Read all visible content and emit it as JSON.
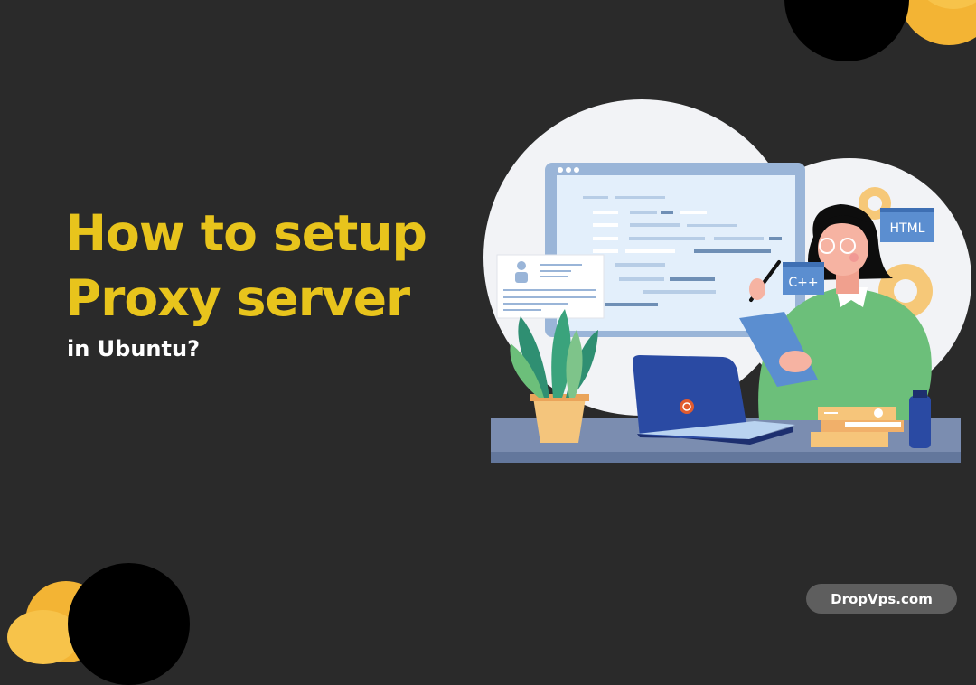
{
  "heading": {
    "line1": "How to setup",
    "line2": "Proxy server",
    "subtitle": "in Ubuntu?"
  },
  "brand": {
    "label": "DropVps.com"
  },
  "illustration": {
    "code_tags": [
      "C++",
      "HTML"
    ],
    "laptop_logo": "ubuntu-logo"
  },
  "colors": {
    "background": "#2a2a2a",
    "title_yellow": "#e8c41c",
    "accent_yellow": "#f0b23a",
    "black_blob": "#000000",
    "badge_bg": "#5e5e5e"
  }
}
